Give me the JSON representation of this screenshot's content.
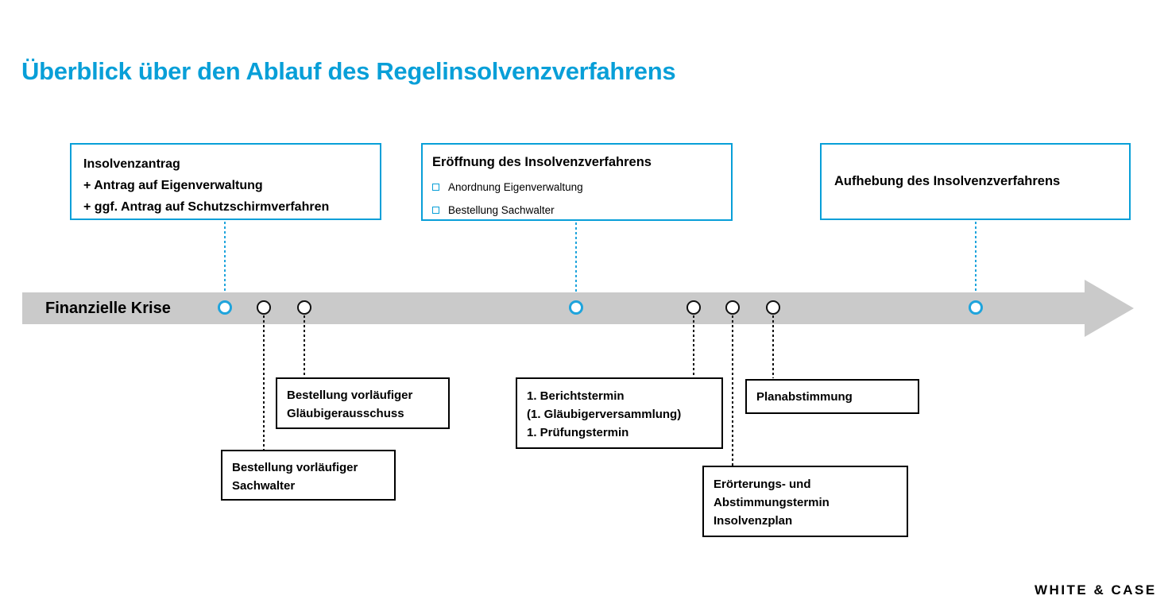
{
  "page": {
    "title": "Überblick über den Ablauf des Regelinsolvenzverfahrens",
    "timeline_label": "Finanzielle Krise",
    "brand": "WHITE & CASE"
  },
  "colors": {
    "accent_blue": "#089FD8",
    "timeline_gray": "#CACACA",
    "event_border_black": "#000000"
  },
  "phases": [
    {
      "id": "insolvenzantrag",
      "lines": [
        "Insolvenzantrag",
        "+ Antrag auf Eigenverwaltung",
        "+ ggf. Antrag auf Schutzschirmverfahren"
      ]
    },
    {
      "id": "eroeffnung",
      "title": "Eröffnung des Insolvenzverfahrens",
      "bullets": [
        "Anordnung Eigenverwaltung",
        "Bestellung Sachwalter"
      ]
    },
    {
      "id": "aufhebung",
      "title": "Aufhebung des Insolvenzverfahrens"
    }
  ],
  "events": [
    {
      "id": "glaeubigerausschuss",
      "lines": [
        "Bestellung vorläufiger",
        "Gläubigerausschuss"
      ]
    },
    {
      "id": "sachwalter",
      "lines": [
        "Bestellung vorläufiger",
        "Sachwalter"
      ]
    },
    {
      "id": "berichtstermin",
      "lines": [
        "1. Berichtstermin",
        "(1. Gläubigerversammlung)",
        "1. Prüfungstermin"
      ]
    },
    {
      "id": "planabstimmung",
      "lines": [
        "Planabstimmung"
      ]
    },
    {
      "id": "eroerterung",
      "lines": [
        "Erörterungs- und",
        "Abstimmungstermin",
        "Insolvenzplan"
      ]
    }
  ],
  "timeline": {
    "milestones": [
      {
        "color": "blue"
      },
      {
        "color": "black"
      },
      {
        "color": "black"
      },
      {
        "color": "blue"
      },
      {
        "color": "black"
      },
      {
        "color": "black"
      },
      {
        "color": "black"
      },
      {
        "color": "blue"
      }
    ]
  }
}
